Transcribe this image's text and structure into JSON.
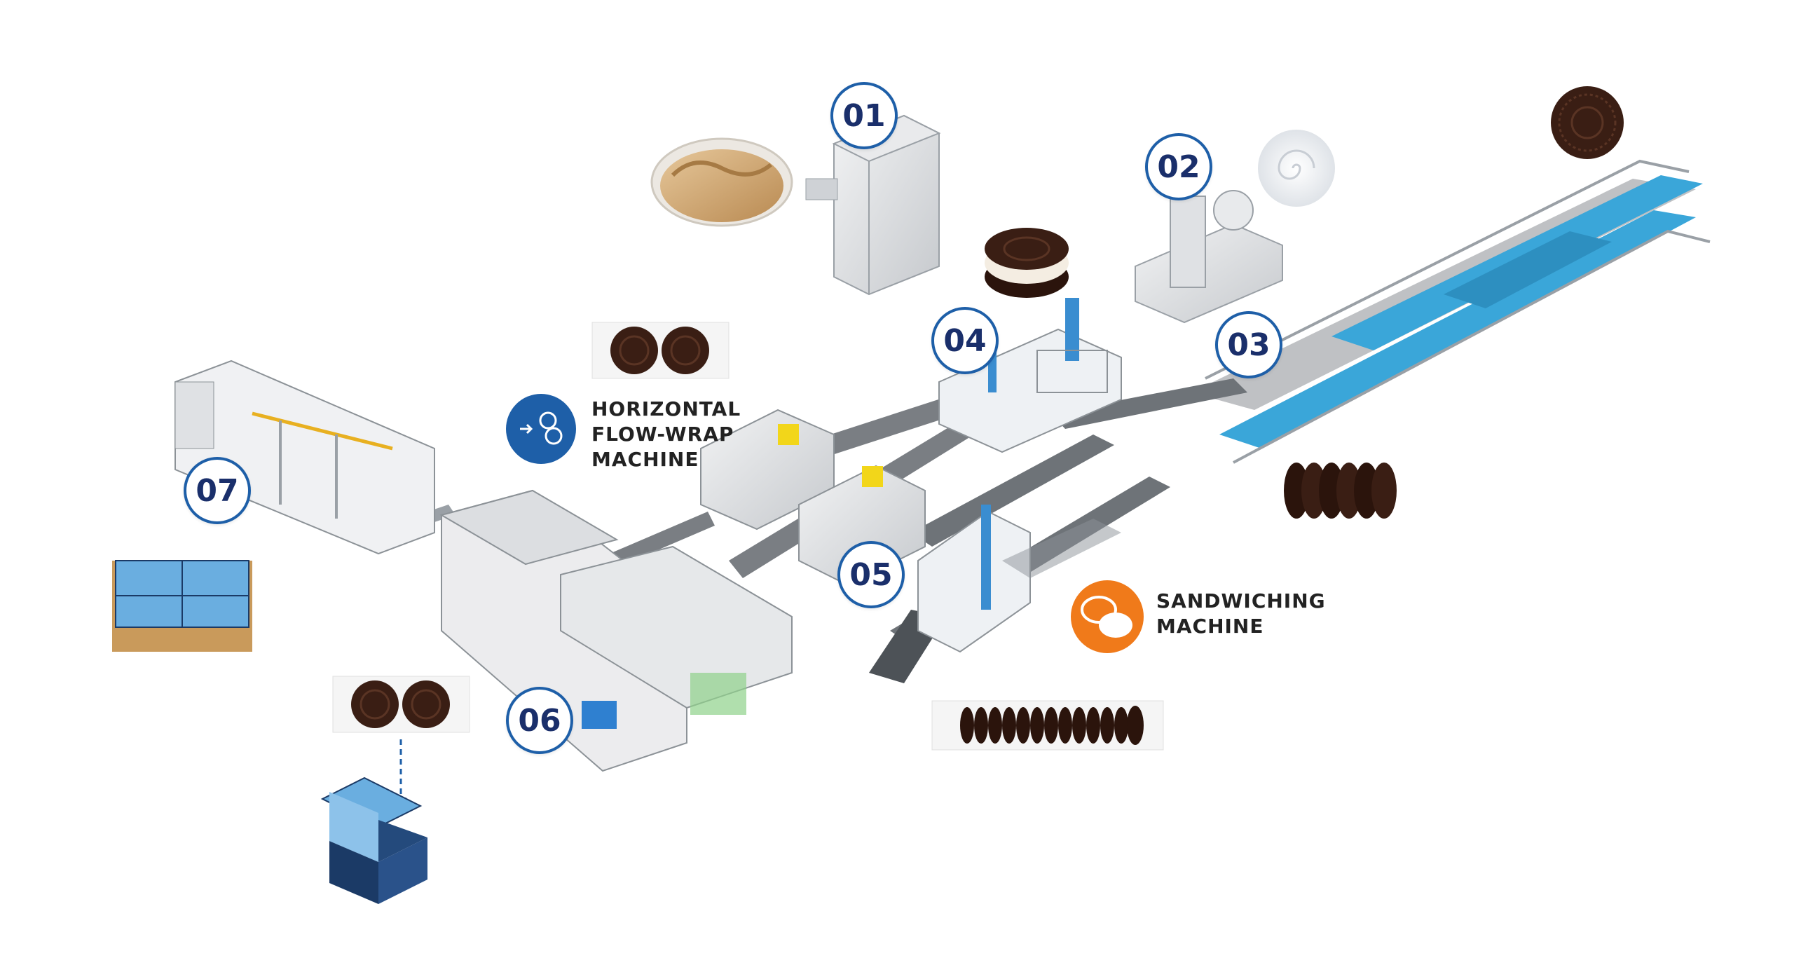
{
  "steps": [
    {
      "id": "01"
    },
    {
      "id": "02"
    },
    {
      "id": "03"
    },
    {
      "id": "04"
    },
    {
      "id": "05"
    },
    {
      "id": "06"
    },
    {
      "id": "07"
    }
  ],
  "callouts": {
    "flow_wrap": {
      "line1": "HORIZONTAL",
      "line2": "FLOW-WRAP",
      "line3": "MACHINE"
    },
    "sandwiching": {
      "line1": "SANDWICHING",
      "line2": "MACHINE"
    }
  },
  "colors": {
    "badge_ring": "#1e5fa8",
    "badge_text": "#1a2f6b",
    "flow_wrap_icon": "#1e5fa8",
    "sandwich_icon": "#f07a1a",
    "conveyor_blue": "#3aa6d9",
    "machine_grey": "#d9dbde",
    "cookie": "#3a1e14",
    "box_blue": "#6aaee0",
    "box_dark": "#1b3a66",
    "tray_kraft": "#c99a5b"
  },
  "icons": [
    "dough-bowl",
    "cream-swirl",
    "cookie-stack",
    "flow-wrap-icon",
    "sandwich-icon",
    "cookie",
    "box"
  ]
}
